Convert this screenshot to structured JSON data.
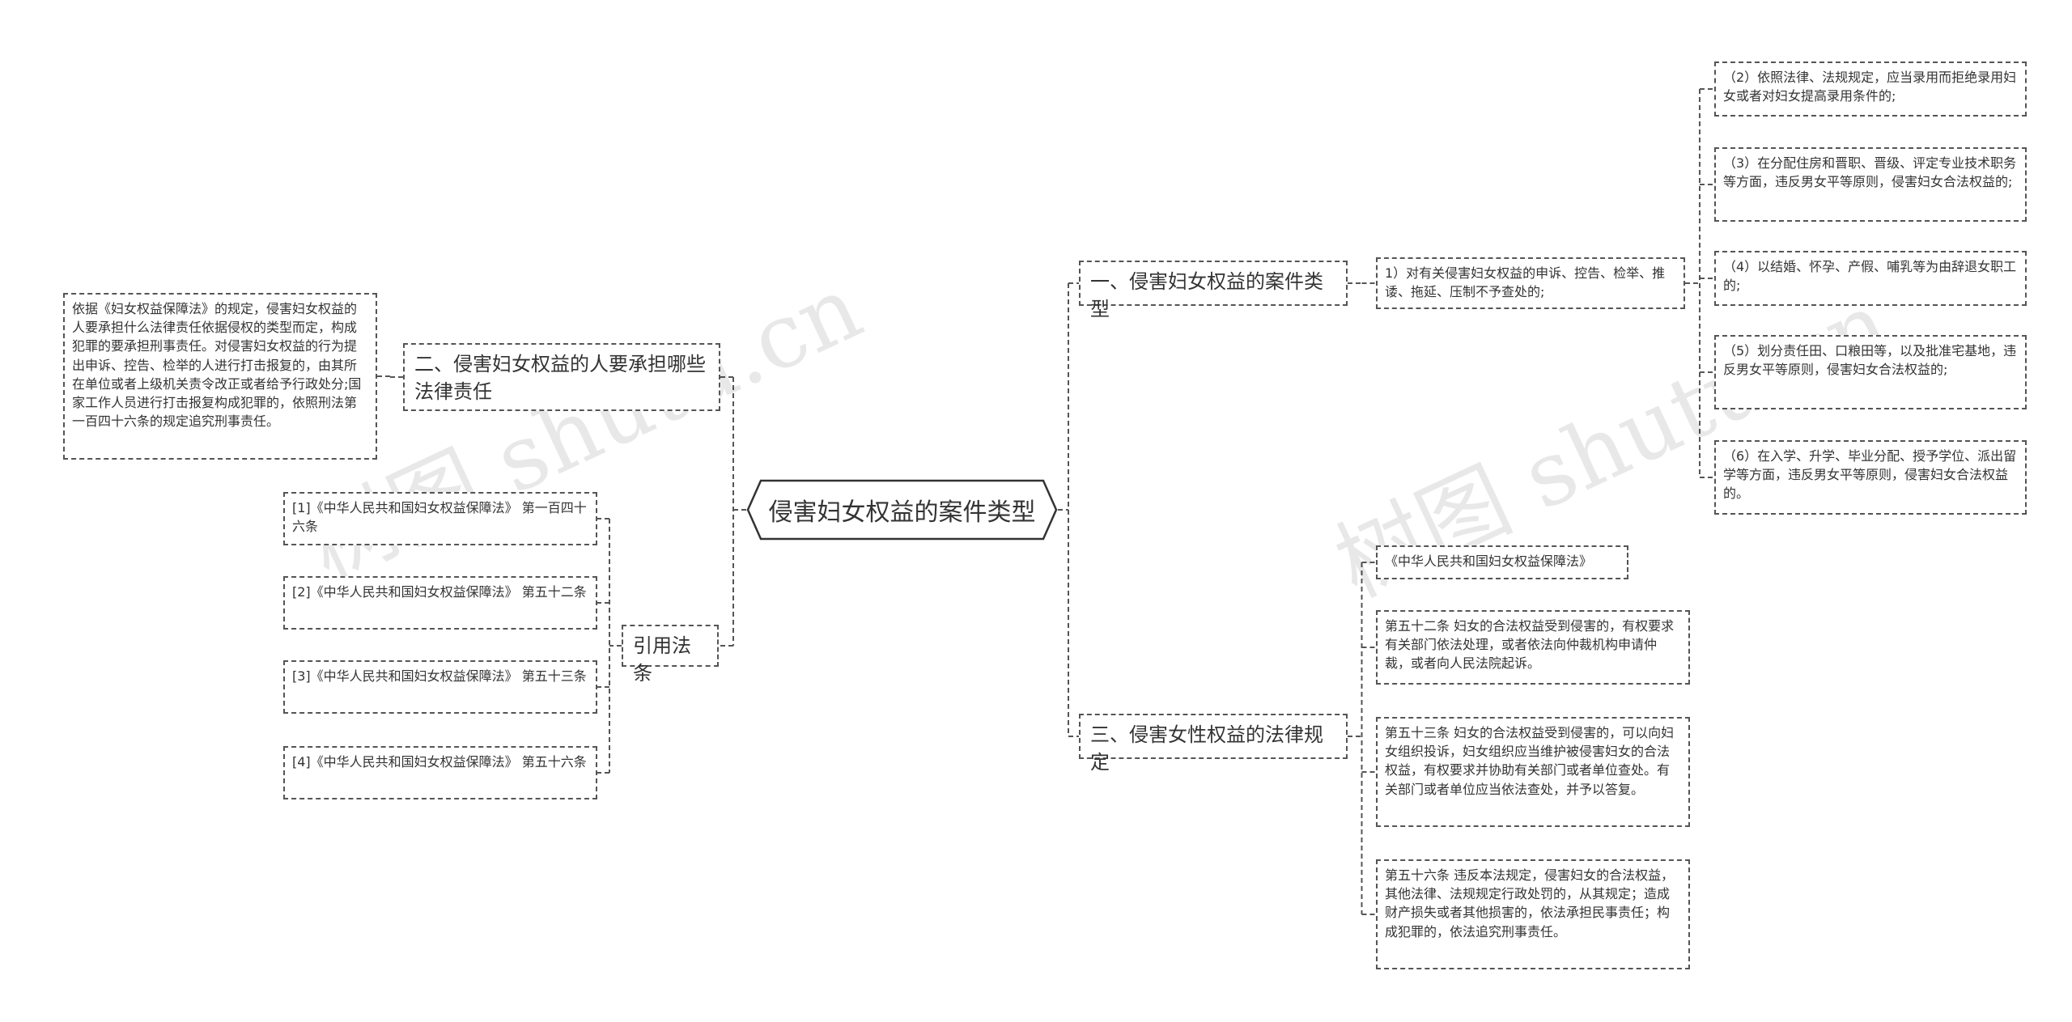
{
  "root": {
    "title": "侵害妇女权益的案件类型"
  },
  "branches": {
    "types": {
      "title": "一、侵害妇女权益的案件类型",
      "sub": {
        "text": "1）对有关侵害妇女权益的申诉、控告、检举、推诿、拖延、压制不予查处的;",
        "items": [
          "（2）依照法律、法规规定，应当录用而拒绝录用妇女或者对妇女提高录用条件的;",
          "（3）在分配住房和晋职、晋级、评定专业技术职务等方面，违反男女平等原则，侵害妇女合法权益的;",
          "（4）以结婚、怀孕、产假、哺乳等为由辞退女职工的;",
          "（5）划分责任田、口粮田等，以及批准宅基地，违反男女平等原则，侵害妇女合法权益的;",
          "（6）在入学、升学、毕业分配、授予学位、派出留学等方面，违反男女平等原则，侵害妇女合法权益的。"
        ]
      }
    },
    "law": {
      "title": "三、侵害女性权益的法律规定",
      "items": [
        "《中华人民共和国妇女权益保障法》",
        "第五十二条 妇女的合法权益受到侵害的，有权要求有关部门依法处理，或者依法向仲裁机构申请仲裁，或者向人民法院起诉。",
        "第五十三条 妇女的合法权益受到侵害的，可以向妇女组织投诉，妇女组织应当维护被侵害妇女的合法权益，有权要求并协助有关部门或者单位查处。有关部门或者单位应当依法查处，并予以答复。",
        "第五十六条 违反本法规定，侵害妇女的合法权益，其他法律、法规规定行政处罚的，从其规定；造成财产损失或者其他损害的，依法承担民事责任；构成犯罪的，依法追究刑事责任。"
      ]
    },
    "liability": {
      "title": "二、侵害妇女权益的人要承担哪些法律责任",
      "detail": "依据《妇女权益保障法》的规定，侵害妇女权益的人要承担什么法律责任依据侵权的类型而定，构成犯罪的要承担刑事责任。对侵害妇女权益的行为提出申诉、控告、检举的人进行打击报复的，由其所在单位或者上级机关责令改正或者给予行政处分;国家工作人员进行打击报复构成犯罪的，依照刑法第一百四十六条的规定追究刑事责任。"
    },
    "refs": {
      "title": "引用法条",
      "items": [
        "[1]《中华人民共和国妇女权益保障法》 第一百四十六条",
        "[2]《中华人民共和国妇女权益保障法》 第五十二条",
        "[3]《中华人民共和国妇女权益保障法》 第五十三条",
        "[4]《中华人民共和国妇女权益保障法》 第五十六条"
      ]
    }
  },
  "watermark": "树图 shutu.cn",
  "colors": {
    "line": "#555555",
    "text": "#333333",
    "background": "#ffffff"
  }
}
